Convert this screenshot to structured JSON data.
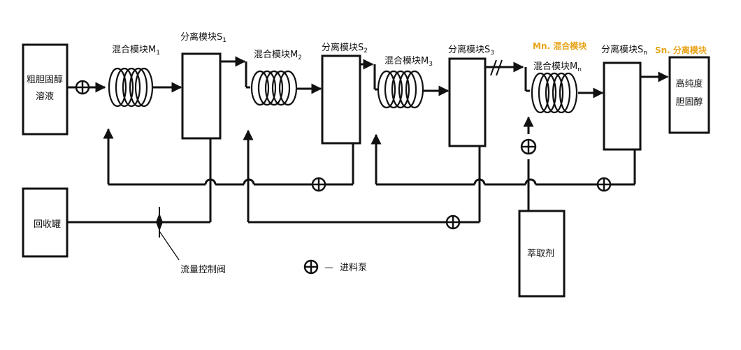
{
  "colors": {
    "line": "#111111",
    "accent": "#e8a317"
  },
  "boxes": {
    "crude": [
      "粗胆固醇",
      "溶液"
    ],
    "recovery": "回收罐",
    "extractant": "萃取剂",
    "product": [
      "高纯度",
      "胆固醇"
    ]
  },
  "mixers": {
    "m1": {
      "label": "混合模块",
      "sub": "1",
      "prefix": "M"
    },
    "m2": {
      "label": "混合模块",
      "sub": "2",
      "prefix": "M"
    },
    "m3": {
      "label": "混合模块",
      "sub": "3",
      "prefix": "M"
    },
    "mn": {
      "label": "混合模块",
      "sub": "n",
      "prefix": "M"
    }
  },
  "separators": {
    "s1": {
      "label": "分离模块",
      "sub": "1",
      "prefix": "S"
    },
    "s2": {
      "label": "分离模块",
      "sub": "2",
      "prefix": "S"
    },
    "s3": {
      "label": "分离模块",
      "sub": "3",
      "prefix": "S"
    },
    "sn": {
      "label": "分离模块",
      "sub": "n",
      "prefix": "S"
    }
  },
  "legend_orange": {
    "mn": "Mn. 混合模块",
    "sn": "Sn. 分离模块"
  },
  "annotations": {
    "valve": "流量控制阀",
    "pump_legend": "进料泵",
    "pump_dash": "—"
  }
}
